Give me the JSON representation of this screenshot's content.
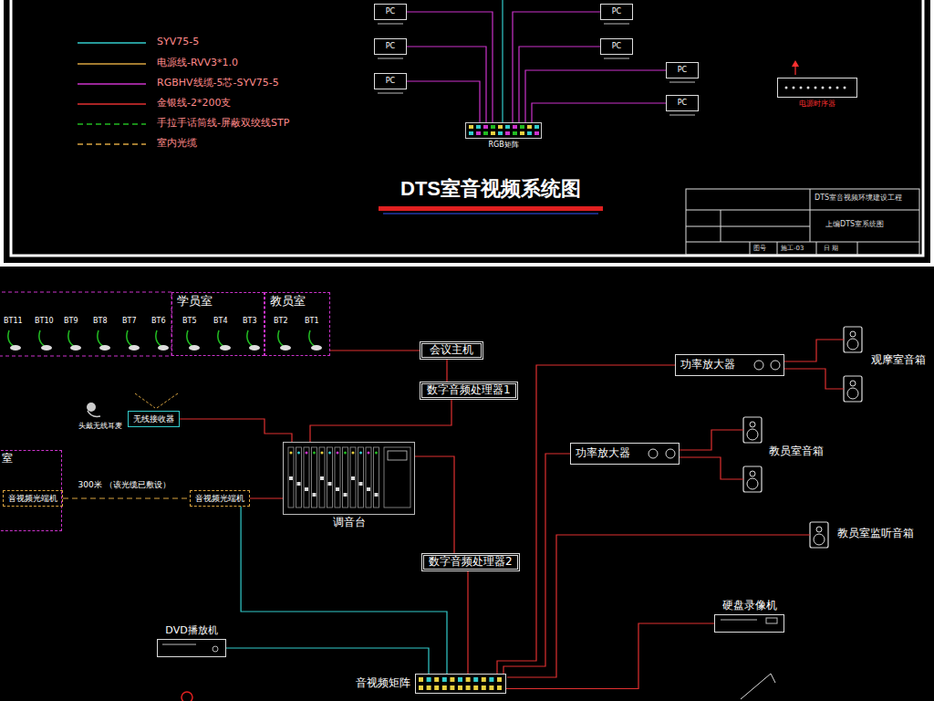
{
  "diagram": {
    "title": "DTS室音视频系统图",
    "nodes": [
      {
        "text": [
          "PC"
        ]
      },
      {
        "text": [
          "PC"
        ]
      },
      {
        "text": [
          "PC"
        ]
      },
      {
        "text": [
          "PC"
        ]
      },
      {
        "text": [
          "PC"
        ]
      },
      {
        "text": [
          "PC"
        ]
      },
      {
        "text": [
          "PC"
        ]
      },
      {
        "text": [
          "RGB矩阵"
        ]
      },
      {
        "text": [
          "电源时序器"
        ]
      },
      {
        "text": [
          "学员室"
        ]
      },
      {
        "text": [
          "教员室"
        ]
      },
      {
        "text": [
          "会议主机"
        ]
      },
      {
        "text": [
          "数字音频处理器1"
        ]
      },
      {
        "text": [
          "无线接收器"
        ]
      },
      {
        "text": [
          "室"
        ]
      },
      {
        "text": [
          "音视频光端机"
        ],
        "in": 14
      },
      {
        "text": [
          "音视频光端机"
        ]
      },
      {
        "text": [
          "调音台"
        ]
      },
      {
        "text": [
          "数字音频处理器2"
        ]
      },
      {
        "text": [
          "功率放大器"
        ]
      },
      {
        "text": [
          "功率放大器"
        ]
      },
      {
        "text": [
          "DVD播放机"
        ]
      },
      {
        "text": [
          "硬盘录像机"
        ]
      },
      {
        "text": [
          "音视频矩阵"
        ]
      }
    ],
    "edges": [
      {
        "from": 0,
        "to": 7,
        "arrow": "none"
      },
      {
        "from": 1,
        "to": 7,
        "arrow": "none"
      },
      {
        "from": 2,
        "to": 7,
        "arrow": "none"
      },
      {
        "from": 3,
        "to": 7,
        "arrow": "none"
      },
      {
        "from": 4,
        "to": 7,
        "arrow": "none"
      },
      {
        "from": 5,
        "to": 7,
        "arrow": "none"
      },
      {
        "from": 6,
        "to": 7,
        "arrow": "none"
      },
      {
        "from": 10,
        "to": 11,
        "arrow": "none"
      },
      {
        "from": 11,
        "to": 12,
        "arrow": "none"
      },
      {
        "from": 12,
        "to": 17,
        "arrow": "none"
      },
      {
        "from": 13,
        "to": 17,
        "arrow": "none"
      },
      {
        "from": 15,
        "to": 16,
        "label": "300米 （该光缆已敷设）",
        "arrow": "none"
      },
      {
        "from": 16,
        "to": 17,
        "arrow": "none"
      },
      {
        "from": 16,
        "to": 23,
        "arrow": "none"
      },
      {
        "from": 17,
        "to": 18,
        "arrow": "none"
      },
      {
        "from": 18,
        "to": 23,
        "arrow": "none"
      },
      {
        "from": 21,
        "to": 23,
        "arrow": "none"
      },
      {
        "from": 23,
        "to": 19,
        "arrow": "none"
      },
      {
        "from": 23,
        "to": 20,
        "arrow": "none"
      },
      {
        "from": 23,
        "to": 22,
        "arrow": "none"
      }
    ],
    "labels": [
      "DTS室音视频环境建设工程",
      "上编DTS室系统图",
      "图号",
      "施工-03",
      "日 期",
      "BT11",
      "BT10",
      "BT9",
      "BT8",
      "BT7",
      "BT6",
      "BT5",
      "BT4",
      "BT3",
      "BT2",
      "BT1",
      "头戴无线耳麦",
      "观摩室音箱",
      "教员室音箱",
      "教员室监听音箱"
    ],
    "legend": [
      {
        "text": "SYV75-5"
      },
      {
        "text": "电源线-RVV3*1.0"
      },
      {
        "text": "RGBHV线缆-5芯-SYV75-5"
      },
      {
        "text": "金银线-2*200支"
      },
      {
        "text": "手拉手话筒线-屏蔽双绞线STP"
      },
      {
        "text": "室内光缆"
      }
    ]
  }
}
